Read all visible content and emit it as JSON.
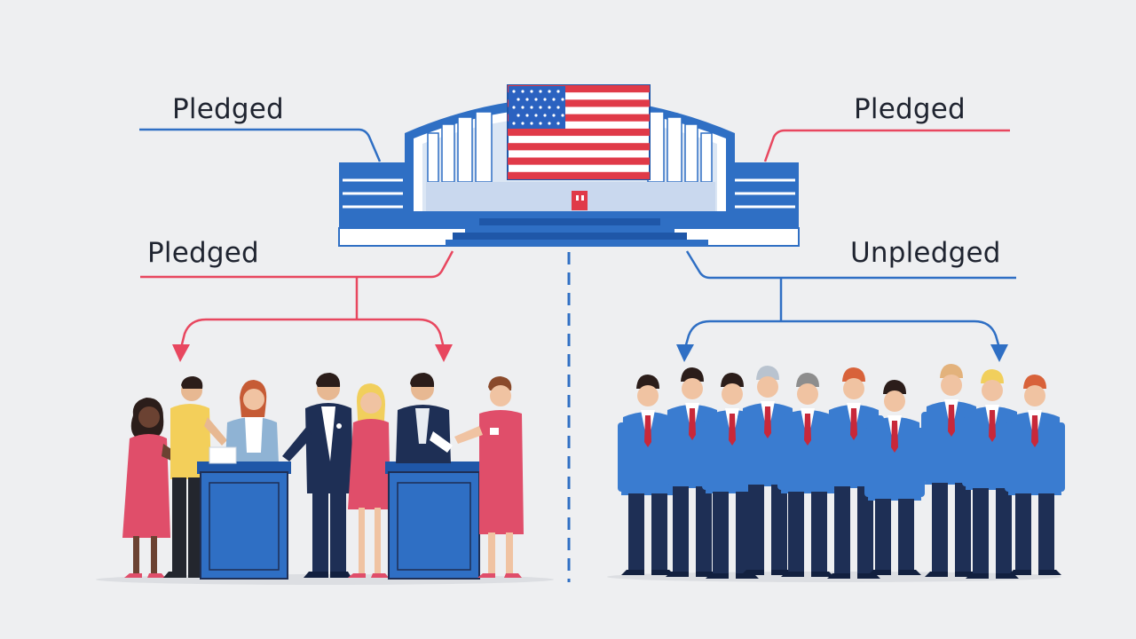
{
  "labels": {
    "top_left": "Pledged",
    "top_right": "Pledged",
    "mid_left": "Pledged",
    "mid_right": "Unpledged"
  },
  "colors": {
    "background": "#eeeff1",
    "blue": "#2f6fc4",
    "dark_blue": "#1f57a8",
    "red": "#e8475f",
    "navy": "#1e2f55",
    "flag_red": "#e03a48",
    "flag_blue": "#2b62c0",
    "suit_blue": "#3a7cd0",
    "tie_red": "#c8283a"
  },
  "icons": {
    "building": "convention-hall-icon",
    "flag": "us-flag-icon",
    "ballot_box": "ballot-box-icon",
    "person": "person-icon",
    "delegate": "delegate-suit-icon"
  }
}
